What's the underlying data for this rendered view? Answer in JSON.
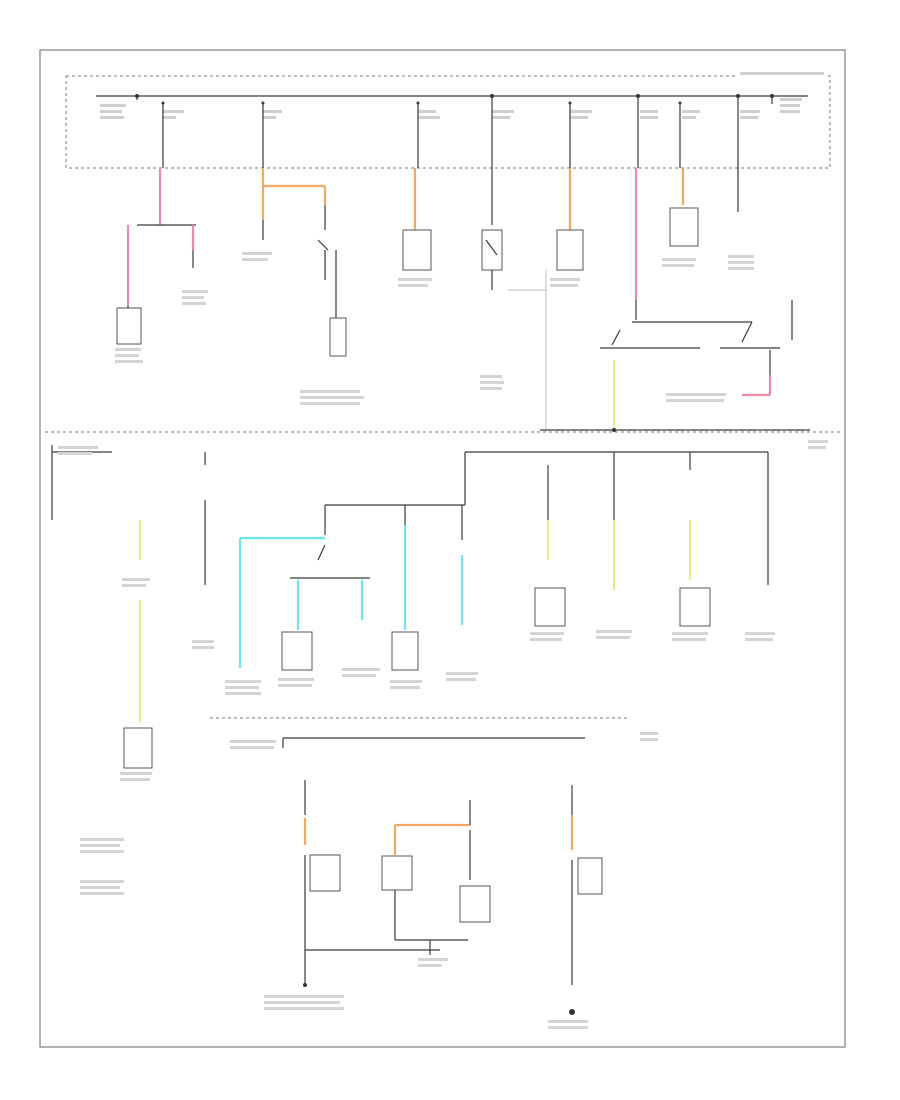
{
  "diagram": {
    "footer_code": "",
    "colors": {
      "pink": "#f08aa0",
      "orange": "#f5a860",
      "cyan": "#6fe3ef",
      "yellow": "#e9e98a",
      "wire": "#3a3a3a",
      "gray_wire": "#c8c8c8"
    },
    "top_fuses": 10,
    "components": [
      "fuse-block-left",
      "fuse-block-right",
      "ground-top",
      "ground-bottom"
    ]
  }
}
